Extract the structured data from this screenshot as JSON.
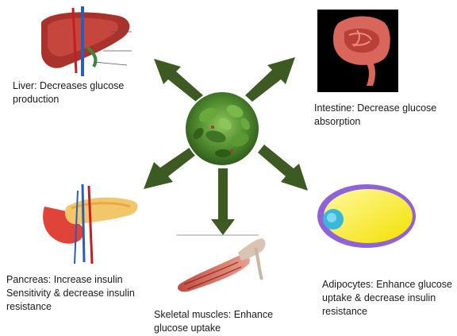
{
  "center": {
    "icon": "herb-plant-photo"
  },
  "organs": [
    {
      "id": "liver",
      "icon": "liver-icon",
      "caption": "Liver: Decreases glucose production"
    },
    {
      "id": "intestine",
      "icon": "intestine-icon",
      "caption": "Intestine: Decrease glucose absorption"
    },
    {
      "id": "pancreas",
      "icon": "pancreas-icon",
      "caption": "Pancreas: Increase insulin Sensitivity & decrease insulin resistance"
    },
    {
      "id": "muscle",
      "icon": "skeletal-muscle-icon",
      "caption": "Skeletal muscles: Enhance glucose uptake"
    },
    {
      "id": "adipocyte",
      "icon": "adipocyte-icon",
      "caption": "Adipocytes: Enhance glucose uptake & decrease insulin resistance"
    }
  ],
  "colors": {
    "arrow": "#3d5a22",
    "center_fill": "#4f8a2e"
  }
}
